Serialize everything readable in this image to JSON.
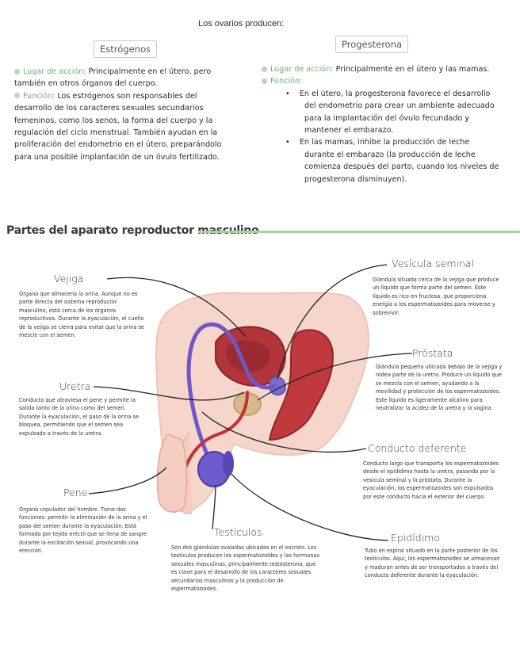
{
  "ovaries": {
    "intro": "Los ovarios producen:",
    "estrogens": {
      "title": "Estrógenos",
      "lugar_label": "Lugar de acción:",
      "lugar_text": " Principalmente en el útero, pero también en otros órganos del cuerpo.",
      "funcion_label": "Función:",
      "funcion_text": " Los estrógenos son responsables del desarrollo de los caracteres sexuales secundarios femeninos, como los senos, la forma del cuerpo y la regulación del ciclo menstrual. También ayudan en la proliferación del endometrio en el útero, preparándolo para una posible implantación de un óvulo fertilizado."
    },
    "progesterone": {
      "title": "Progesterona",
      "lugar_label": "Lugar de acción:",
      "lugar_text": " Principalmente en el útero y las mamas.",
      "funcion_label": "Función:",
      "bullet1": "En el útero, la progesterona favorece el desarrollo del endometrio para crear un ambiente adecuado para la implantación del óvulo fecundado y mantener el embarazo.",
      "bullet2": "En las mamas, inhibe la producción de leche durante el embarazo (la producción de leche comienza después del parto, cuando los niveles de progesterona disminuyen)."
    }
  },
  "section": {
    "title": "Partes del aparato reproductor masculino"
  },
  "parts": {
    "vejiga": {
      "label": "Vejiga",
      "desc": "Órgano que almacena la orina. Aunque no es parte directa del sistema reproductor masculino, está cerca de los órganos reproductivos. Durante la eyaculación, el cuello de la vejiga se cierra para evitar que la orina se mezcle con el semen."
    },
    "uretra": {
      "label": "Uretra",
      "desc": "Conducto que atraviesa el pene y permite la salida tanto de la orina como del semen. Durante la eyaculación, el paso de la orina se bloquea, permitiendo que el semen sea expulsado a través de la uretra."
    },
    "pene": {
      "label": "Pene",
      "desc": "Órgano copulador del hombre. Tiene dos funciones: permitir la eliminación de la orina y el paso del semen durante la eyaculación. Está formado por tejido eréctil que se llena de sangre durante la excitación sexual, provocando una erección."
    },
    "testiculos": {
      "label": "Testículos",
      "desc": "Son dos glándulas ovaladas ubicadas en el escroto. Los testículos producen los espermatozoides y las hormonas sexuales masculinas, principalmente testosterona, que es clave para el desarrollo de los caracteres sexuales secundarios masculinos y la producción de espermatozoides."
    },
    "vesicula": {
      "label": "Vesícula seminal",
      "desc": "Glándula situada cerca de la vejiga que produce un líquido que forma parte del semen. Este líquido es rico en fructosa, que proporciona energía a los espermatozoides para moverse y sobrevivir."
    },
    "prostata": {
      "label": "Próstata",
      "desc": "Glándula pequeña ubicada debajo de la vejiga y rodea parte de la uretra. Produce un líquido que se mezcla con el semen, ayudando a la movilidad y protección de los espermatozoides. Este líquido es ligeramente alcalino para neutralizar la acidez de la uretra y la vagina."
    },
    "deferente": {
      "label": "Conducto deferente",
      "desc": "Conducto largo que transporta los espermatozoides desde el epidídimo hasta la uretra, pasando por la vesícula seminal y la próstata. Durante la eyaculación, los espermatozoides son expulsados por este conducto hacia el exterior del cuerpo."
    },
    "epididimo": {
      "label": "Epidídimo",
      "desc": "Tubo en espiral situado en la parte posterior de los testículos. Aquí, los espermatozoides se almacenan y maduran antes de ser transportados a través del conducto deferente durante la eyaculación."
    }
  }
}
